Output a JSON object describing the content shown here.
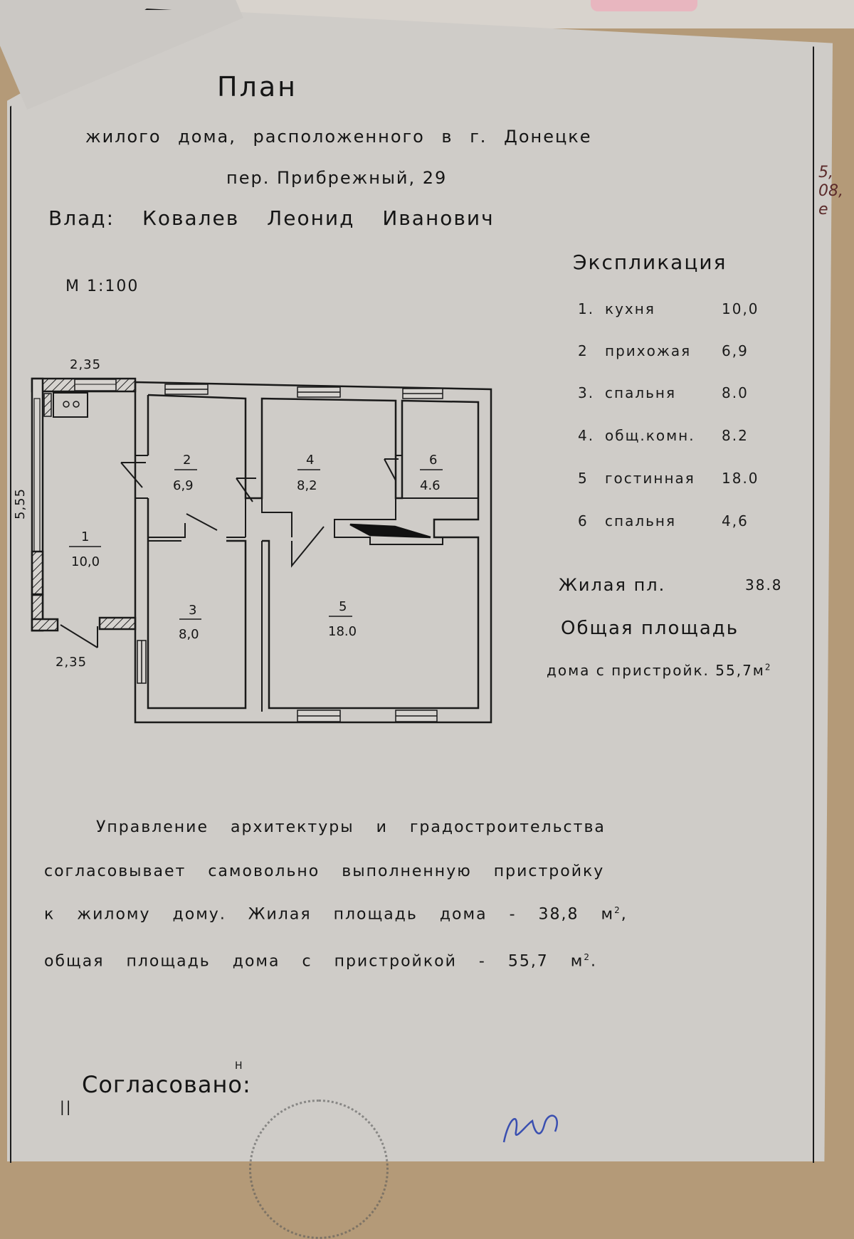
{
  "document": {
    "title": "План",
    "subtitle": "жилого дома, расположенного в г. Донецке",
    "address": "пер. Прибрежный, 29",
    "owner_label": "Влад:",
    "owner_name": "Ковалев Леонид Иванович",
    "scale": "М 1:100"
  },
  "floor_plan": {
    "dimensions": {
      "top_width": "2,35",
      "bottom_width": "2,35",
      "left_height": "5,55"
    },
    "rooms": [
      {
        "number": "1",
        "area": "10,0"
      },
      {
        "number": "2",
        "area": "6,9"
      },
      {
        "number": "3",
        "area": "8,0"
      },
      {
        "number": "4",
        "area": "8,2"
      },
      {
        "number": "5",
        "area": "18.0"
      },
      {
        "number": "6",
        "area": "4.6"
      }
    ]
  },
  "explication": {
    "title": "Экспликация",
    "rows": [
      {
        "num": "1.",
        "name": "кухня",
        "area": "10,0"
      },
      {
        "num": "2",
        "name": "прихожая",
        "area": "6,9"
      },
      {
        "num": "3.",
        "name": "спальня",
        "area": "8.0"
      },
      {
        "num": "4.",
        "name": "общ.комн.",
        "area": "8.2"
      },
      {
        "num": "5",
        "name": "гостинная",
        "area": "18.0"
      },
      {
        "num": "6",
        "name": "спальня",
        "area": "4,6"
      }
    ],
    "living_area_label": "Жилая пл.",
    "living_area_value": "38.8",
    "total_area_label_1": "Общая площадь",
    "total_area_label_2": "дома с пристройк.",
    "total_area_value": "55,7",
    "unit": "м",
    "unit_exp": "2"
  },
  "approval_text": {
    "line1": "Управление архитектуры и градостроительства",
    "line2": "согласовывает самовольно выполненную пристройку",
    "line3_a": "к жилому дому. Жилая площадь дома - 38,8 м",
    "line3_b": ",",
    "line4_a": "общая площадь дома с пристройкой - 55,7 м",
    "line4_b": ".",
    "exp": "2"
  },
  "footer": {
    "approved_label": "Согласовано:",
    "approved_mark": "Н",
    "margin_mark": "||"
  },
  "margin_notes": [
    "5,",
    "08,",
    "е"
  ],
  "colors": {
    "paper": "#cfccc8",
    "ink": "#151515",
    "background": "#b49a78",
    "signature_ink": "#3a4fb0"
  }
}
